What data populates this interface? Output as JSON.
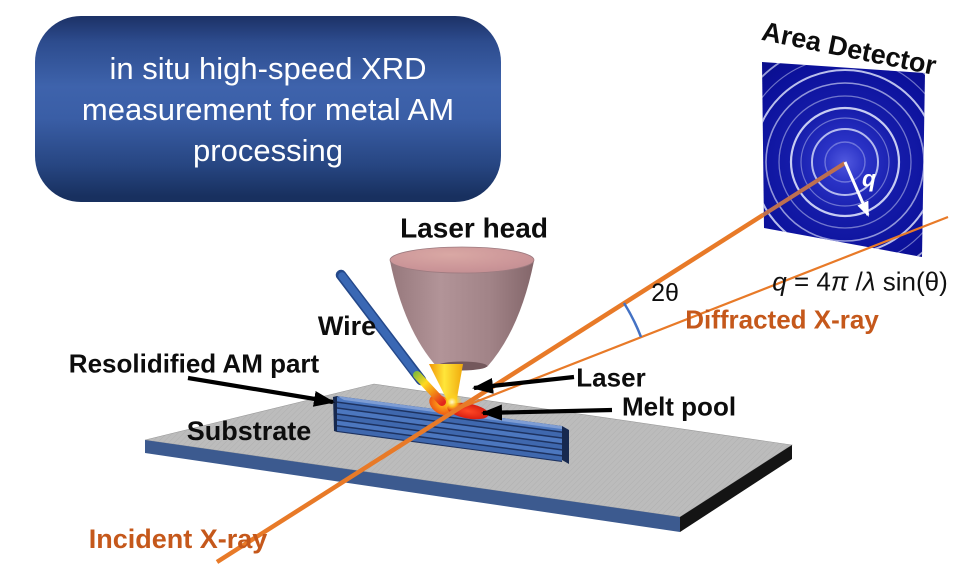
{
  "title": {
    "lines": [
      "in situ high-speed XRD",
      "measurement for metal AM",
      "processing"
    ]
  },
  "labels": {
    "area_detector": "Area Detector",
    "laser_head": "Laser head",
    "wire": "Wire",
    "resolidified_am_part": "Resolidified AM part",
    "substrate": "Substrate",
    "laser": "Laser",
    "melt_pool": "Melt pool",
    "two_theta": "2θ",
    "diffracted_xray": "Diffracted X-ray",
    "incident_xray": "Incident X-ray",
    "q_vector": "q"
  },
  "formula": {
    "q": "q",
    "eq": " = 4",
    "pi": "π",
    "slash": " /",
    "lambda": "λ",
    "sin": " sin(θ)"
  },
  "colors": {
    "xray_line_orange": "#e87a28",
    "xray_label_orange": "#c5581b",
    "angle_arc_blue": "#4472c4",
    "detector_blue": "#0c119b",
    "title_blue_mid": "#3e63ac",
    "title_blue_dark": "#18305f",
    "substrate_gray": "#bcbcbc",
    "substrate_front_navy": "#3c5a8f",
    "am_part_blue": "#4c77bf",
    "wire_blue": "#3a68b4",
    "cone_rose": "#a98a8e",
    "laser_yellow": "#ffd81c",
    "melt_red": "#e82117"
  }
}
